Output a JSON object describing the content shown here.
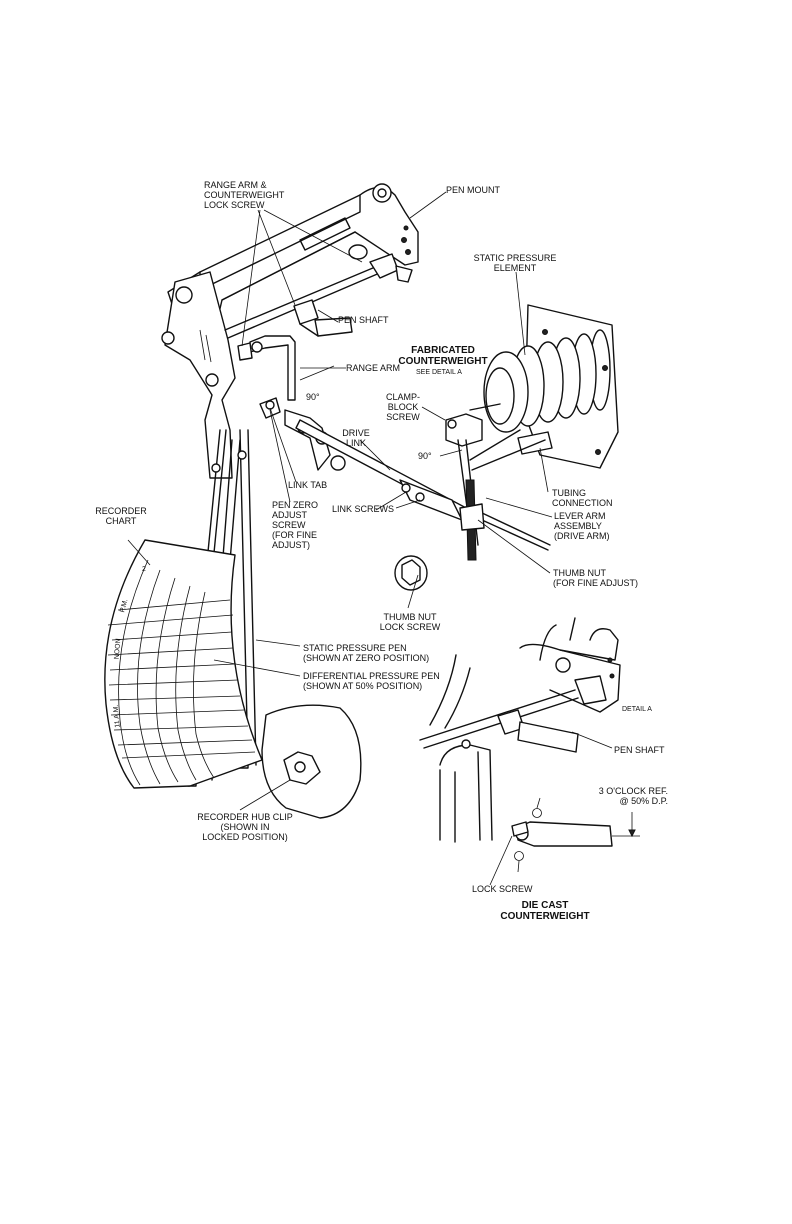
{
  "labels": {
    "range_arm_lock_screw": "RANGE ARM &\nCOUNTERWEIGHT\nLOCK SCREW",
    "pen_mount": "PEN MOUNT",
    "static_pressure_element": "STATIC PRESSURE\nELEMENT",
    "pen_shaft_top": "PEN SHAFT",
    "fabricated_counterweight": "FABRICATED\nCOUNTERWEIGHT",
    "see_detail_a": "SEE DETAIL A",
    "range_arm": "RANGE ARM",
    "angle_1": "90°",
    "clamp_block_screw": "CLAMP-\nBLOCK\nSCREW",
    "drive_link": "DRIVE\nLINK",
    "angle_2": "90°",
    "link_tab": "LINK TAB",
    "tubing_connection": "TUBING\nCONNECTION",
    "pen_zero_adjust": "PEN ZERO\nADJUST\nSCREW\n(FOR FINE\nADJUST)",
    "link_screws": "LINK SCREWS",
    "lever_arm_assembly": "LEVER ARM\nASSEMBLY\n(DRIVE ARM)",
    "recorder_chart": "RECORDER\nCHART",
    "thumb_nut": "THUMB NUT\n(FOR FINE ADJUST)",
    "thumb_nut_lock_screw": "THUMB NUT\nLOCK SCREW",
    "static_pressure_pen": "STATIC PRESSURE PEN\n(SHOWN AT ZERO POSITION)",
    "differential_pressure_pen": "DIFFERENTIAL PRESSURE PEN\n(SHOWN AT 50% POSITION)",
    "detail_a": "DETAIL A",
    "pen_shaft_detail": "PEN SHAFT",
    "three_oclock_ref": "3 O'CLOCK REF.\n@ 50% D.P.",
    "recorder_hub_clip": "RECORDER HUB CLIP\n(SHOWN IN\nLOCKED POSITION)",
    "lock_screw": "LOCK SCREW",
    "die_cast_counterweight": "DIE CAST\nCOUNTERWEIGHT"
  },
  "chart_markings": {
    "pm": "P.M.",
    "noon": "NOON",
    "am": "11 A.M.",
    "two": "2"
  }
}
